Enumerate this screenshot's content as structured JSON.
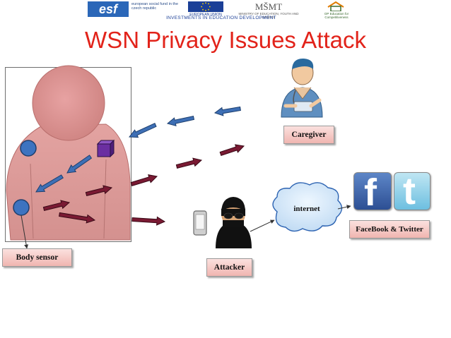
{
  "header": {
    "esf_mark": "esf",
    "esf_text": "european social fund in the czech republic",
    "eu_text": "EUROPEAN UNION",
    "msmt_mark": "MŠMT",
    "msmt_text": "MINISTRY OF EDUCATION, YOUTH AND SPORTS",
    "ipn_text": "OP Education for Competitiveness",
    "investments": "INVESTMENTS IN EDUCATION DEVELOPMENT"
  },
  "title": "WSN Privacy Issues Attack",
  "labels": {
    "body_sensor": "Body sensor",
    "caregiver": "Caregiver",
    "attacker": "Attacker",
    "internet": "internet",
    "facebook_twitter": "FaceBook & Twitter"
  },
  "icons": {
    "facebook": "f",
    "twitter": "t"
  },
  "colors": {
    "title": "#e2231a",
    "blue_arrow": "#3e6fb5",
    "dark_red_arrow": "#7a1a33",
    "body_skin": "#d9908f",
    "sensor_node": "#3d73c0",
    "gateway_cube": "#6b2fa1",
    "label_fill": "#f5c3be"
  }
}
